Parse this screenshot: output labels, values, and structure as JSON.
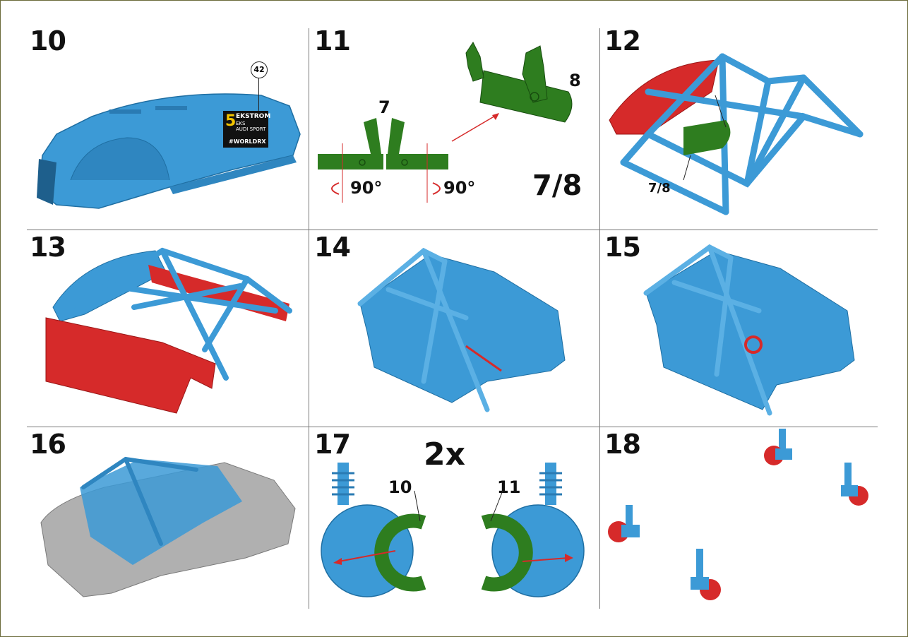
{
  "steps": [
    "10",
    "11",
    "12",
    "13",
    "14",
    "15",
    "16",
    "17",
    "18"
  ],
  "step10": {
    "callout": "42",
    "sticker": {
      "number": "5",
      "name": "EKSTROM",
      "team": "EKS",
      "brand": "AUDI SPORT",
      "tag": "#WORLDRX"
    }
  },
  "step11": {
    "part_a": "7",
    "part_b": "8",
    "rot_left": "90°",
    "rot_right": "90°",
    "combined": "7/8"
  },
  "step12": {
    "part": "7/8"
  },
  "step17": {
    "qty": "2x",
    "part_left": "10",
    "part_right": "11"
  },
  "colors": {
    "blue": "#3c9ad6",
    "red": "#d62a2a",
    "green": "#2e7d1f",
    "grey": "#b0b0b0"
  }
}
